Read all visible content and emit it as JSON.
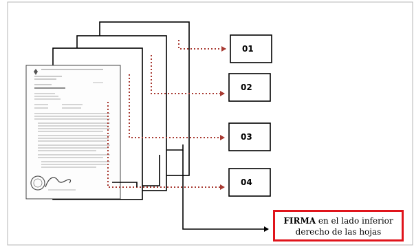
{
  "numbers": [
    "01",
    "02",
    "03",
    "04"
  ],
  "note": {
    "bold": "FIRMA",
    "line1_rest": " en el lado inferior",
    "line2": "derecho de las hojas"
  },
  "colors": {
    "frame": "#000000",
    "dotted_arrow": "#a83a32",
    "note_border": "#e0141b",
    "outer_border": "#b5b5b5"
  }
}
